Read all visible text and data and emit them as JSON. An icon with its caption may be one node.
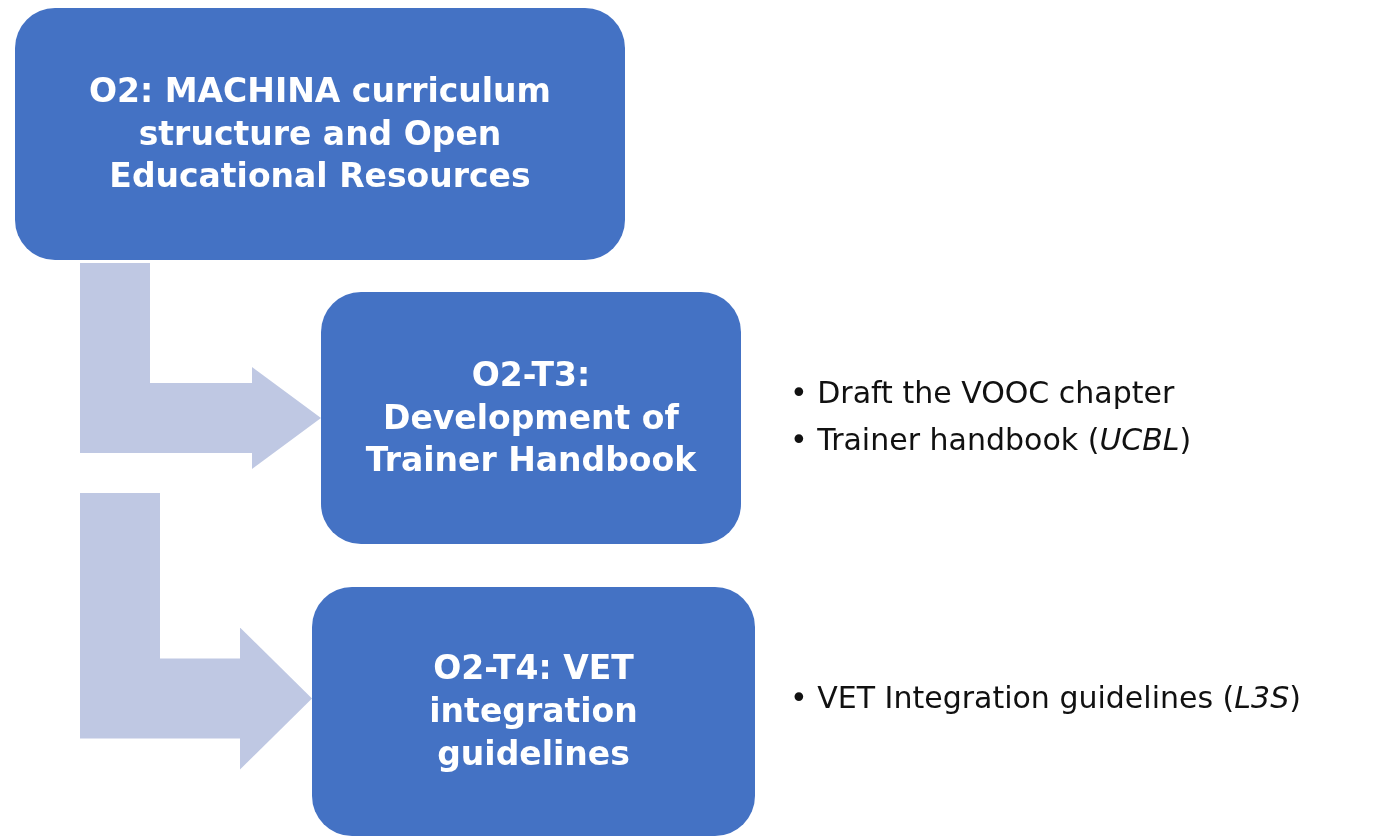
{
  "diagram": {
    "nodes": [
      {
        "text": [
          "O2: MACHINA curriculum structure and Open Educational Resources"
        ]
      },
      {
        "text": [
          "O2-T3: Development of Trainer Handbook"
        ],
        "beside": [
          "• Draft the VOOC chapter",
          "• Trainer handbook (*UCBL*)"
        ]
      },
      {
        "text": [
          "O2-T4: VET integration guidelines"
        ],
        "beside": [
          "• VET Integration guidelines (*L3S*)"
        ]
      }
    ],
    "edges": [
      {
        "from": 0,
        "to": 1,
        "arrow": "to",
        "color": "#bfc8e3"
      },
      {
        "from": null,
        "to": 2,
        "arrow": "to",
        "color": "#bfc8e3"
      }
    ]
  }
}
